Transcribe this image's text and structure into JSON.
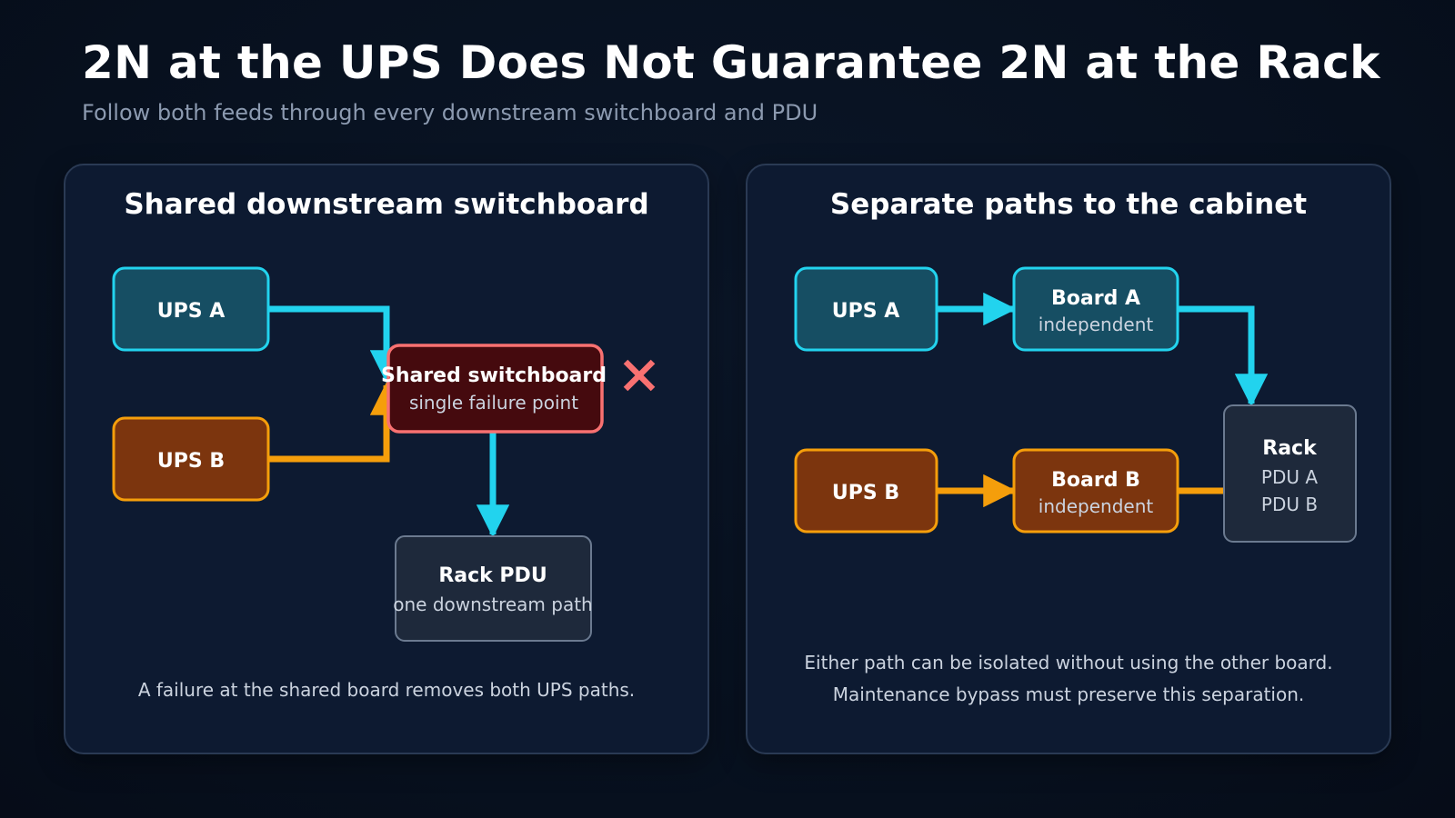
{
  "title": "2N at the UPS Does Not Guarantee 2N at the Rack",
  "subtitle": "Follow both feeds through every downstream switchboard and PDU",
  "colors": {
    "feed_a": "#22d3ee",
    "feed_b": "#f59e0b",
    "failure": "#f87171"
  },
  "left_panel": {
    "title": "Shared downstream switchboard",
    "ups_a": "UPS A",
    "ups_b": "UPS B",
    "switchboard": {
      "label": "Shared switchboard",
      "sub": "single failure point"
    },
    "failure_icon": "cross-icon",
    "rack_pdu": {
      "label": "Rack PDU",
      "sub": "one downstream path"
    },
    "caption": "A failure at the shared board removes both UPS paths."
  },
  "right_panel": {
    "title": "Separate paths to the cabinet",
    "ups_a": "UPS A",
    "ups_b": "UPS B",
    "board_a": {
      "label": "Board A",
      "sub": "independent"
    },
    "board_b": {
      "label": "Board B",
      "sub": "independent"
    },
    "rack": {
      "label": "Rack",
      "pdu_a": "PDU A",
      "pdu_b": "PDU B"
    },
    "caption_line1": "Either path can be isolated without using the other board.",
    "caption_line2": "Maintenance bypass must preserve this separation."
  }
}
